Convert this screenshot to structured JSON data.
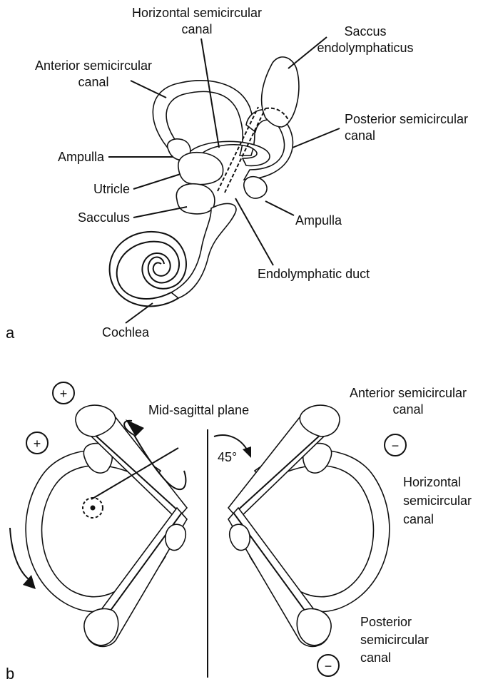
{
  "panel_a": {
    "letter": "a",
    "labels": {
      "horizontal_1": "Horizontal semicircular",
      "horizontal_2": "canal",
      "saccus_1": "Saccus",
      "saccus_2": "endolymphaticus",
      "anterior_1": "Anterior semicircular",
      "anterior_2": "canal",
      "posterior_1": "Posterior semicircular",
      "posterior_2": "canal",
      "ampulla_left": "Ampulla",
      "utricle": "Utricle",
      "sacculus": "Sacculus",
      "ampulla_right": "Ampulla",
      "endolymphatic_duct": "Endolymphatic duct",
      "cochlea": "Cochlea"
    }
  },
  "panel_b": {
    "letter": "b",
    "labels": {
      "midsagittal": "Mid-sagittal plane",
      "angle": "45°",
      "anterior_1": "Anterior semicircular",
      "anterior_2": "canal",
      "horizontal_1": "Horizontal",
      "horizontal_2": "semicircular",
      "horizontal_3": "canal",
      "posterior_1": "Posterior",
      "posterior_2": "semicircular",
      "posterior_3": "canal"
    },
    "signs": {
      "plus": "+",
      "minus": "−"
    }
  }
}
